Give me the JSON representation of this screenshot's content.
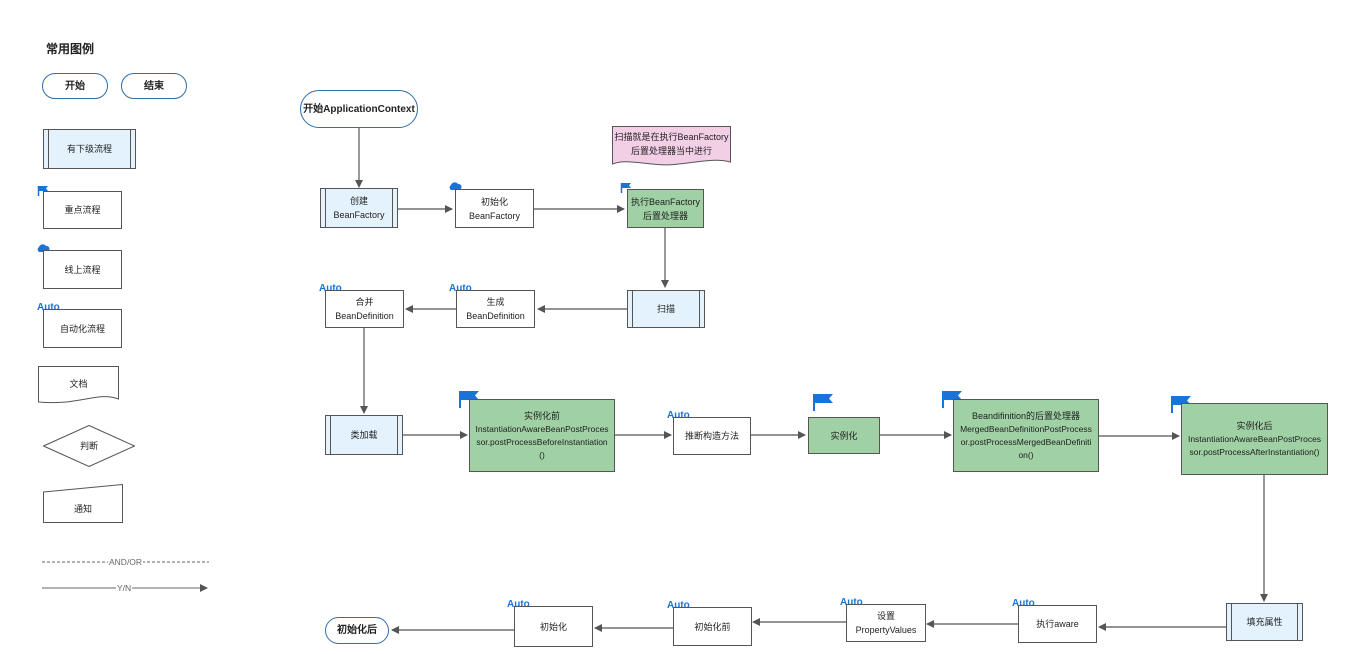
{
  "legend": {
    "title": "常用图例",
    "start": "开始",
    "end": "结束",
    "subprocess": "有下级流程",
    "key_process": "重点流程",
    "online_process": "线上流程",
    "auto_tag": "Auto",
    "auto_process": "自动化流程",
    "document": "文档",
    "decision": "判断",
    "notice": "通知",
    "and_or": "AND/OR",
    "yes_no": "Y/N"
  },
  "flow": {
    "start": "开始ApplicationContext",
    "create": [
      "创建",
      "BeanFactory"
    ],
    "init": [
      "初始化",
      "BeanFactory"
    ],
    "exec": [
      "执行BeanFactory",
      "后置处理器"
    ],
    "note": [
      "扫描就是在执行BeanFactory",
      "后置处理器当中进行"
    ],
    "scan": "扫描",
    "generate": [
      "生成",
      "BeanDefinition"
    ],
    "merge": [
      "合并",
      "BeanDefinition"
    ],
    "classload": "类加载",
    "before_inst": [
      "实例化前",
      "InstantiationAwareBeanPostProces",
      "sor.postProcessBeforeInstantiation",
      "()"
    ],
    "infer": "推断构造方法",
    "instantiate": "实例化",
    "merged_pp": [
      "Beandifinition的后置处理器",
      "MergedBeanDefinitionPostProcess",
      "or.postProcessMergedBeanDefiniti",
      "on()"
    ],
    "after_inst": [
      "实例化后",
      "InstantiationAwareBeanPostProces",
      "sor.postProcessAfterInstantiation()"
    ],
    "fill": "填充属性",
    "aware": "执行aware",
    "set_pv": [
      "设置",
      "PropertyValues"
    ],
    "before_init": "初始化前",
    "initialize": "初始化",
    "after_init": "初始化后",
    "auto_tag": "Auto"
  },
  "colors": {
    "key_fill": "#9fd1a4",
    "subprocess_fill": "#e3f2fc",
    "note_fill": "#f3cfe6",
    "start_border": "#2f6ea8",
    "auto_text": "#1a73d9",
    "flag": "#1a73d9"
  },
  "icons": {
    "flag": "flag-icon",
    "cloud": "cloud-icon"
  }
}
